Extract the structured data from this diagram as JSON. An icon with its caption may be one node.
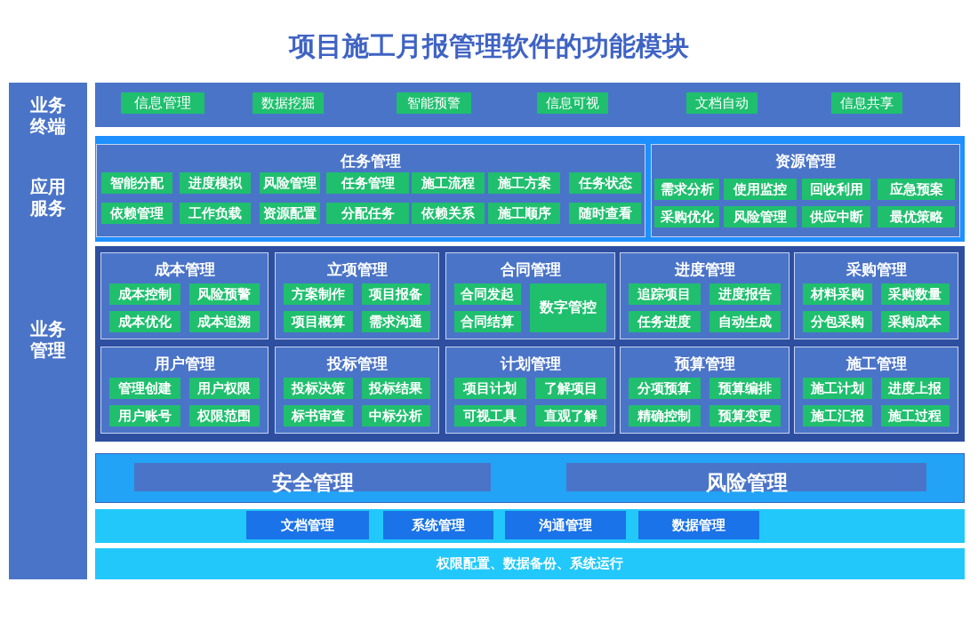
{
  "diagram": {
    "title": "项目施工月报管理软件的功能模块",
    "nodes": [
      {
        "text": [
          "业务终端",
          "应用服务",
          "业务管理"
        ]
      },
      {
        "text": [],
        "shape": "box"
      },
      {
        "text": [
          "信息管理"
        ],
        "in": 1
      },
      {
        "text": [
          "数据挖掘"
        ],
        "in": 1
      },
      {
        "text": [
          "智能预警"
        ],
        "in": 1
      },
      {
        "text": [
          "信息可视"
        ],
        "in": 1
      },
      {
        "text": [
          "文档自动"
        ],
        "in": 1
      },
      {
        "text": [
          "信息共享"
        ],
        "in": 1
      },
      {
        "text": [],
        "shape": "box"
      },
      {
        "text": [
          "任务管理"
        ],
        "in": 8
      },
      {
        "text": [
          "智能分配"
        ],
        "in": 9
      },
      {
        "text": [
          "进度模拟"
        ],
        "in": 9
      },
      {
        "text": [
          "风险管理"
        ],
        "in": 9
      },
      {
        "text": [
          "任务管理"
        ],
        "in": 9
      },
      {
        "text": [
          "施工流程"
        ],
        "in": 9
      },
      {
        "text": [
          "施工方案"
        ],
        "in": 9
      },
      {
        "text": [
          "任务状态"
        ],
        "in": 9
      },
      {
        "text": [
          "依赖管理"
        ],
        "in": 9
      },
      {
        "text": [
          "工作负载"
        ],
        "in": 9
      },
      {
        "text": [
          "资源配置"
        ],
        "in": 9
      },
      {
        "text": [
          "分配任务"
        ],
        "in": 9
      },
      {
        "text": [
          "依赖关系"
        ],
        "in": 9
      },
      {
        "text": [
          "施工顺序"
        ],
        "in": 9
      },
      {
        "text": [
          "随时查看"
        ],
        "in": 9
      },
      {
        "text": [
          "资源管理"
        ],
        "in": 8
      },
      {
        "text": [
          "需求分析"
        ],
        "in": 24
      },
      {
        "text": [
          "使用监控"
        ],
        "in": 24
      },
      {
        "text": [
          "回收利用"
        ],
        "in": 24
      },
      {
        "text": [
          "应急预案"
        ],
        "in": 24
      },
      {
        "text": [
          "采购优化"
        ],
        "in": 24
      },
      {
        "text": [
          "风险管理"
        ],
        "in": 24
      },
      {
        "text": [
          "供应中断"
        ],
        "in": 24
      },
      {
        "text": [
          "最优策略"
        ],
        "in": 24
      },
      {
        "text": [],
        "shape": "box"
      },
      {
        "text": [
          "成本管理"
        ],
        "in": 33
      },
      {
        "text": [
          "成本控制"
        ],
        "in": 34
      },
      {
        "text": [
          "风险预警"
        ],
        "in": 34
      },
      {
        "text": [
          "成本优化"
        ],
        "in": 34
      },
      {
        "text": [
          "成本追溯"
        ],
        "in": 34
      },
      {
        "text": [
          "立项管理"
        ],
        "in": 33
      },
      {
        "text": [
          "方案制作"
        ],
        "in": 39
      },
      {
        "text": [
          "项目报备"
        ],
        "in": 39
      },
      {
        "text": [
          "项目概算"
        ],
        "in": 39
      },
      {
        "text": [
          "需求沟通"
        ],
        "in": 39
      },
      {
        "text": [
          "合同管理"
        ],
        "in": 33
      },
      {
        "text": [
          "合同发起"
        ],
        "in": 44
      },
      {
        "text": [
          "数字管控"
        ],
        "in": 44
      },
      {
        "text": [
          "合同结算"
        ],
        "in": 44
      },
      {
        "text": [
          "进度管理"
        ],
        "in": 33
      },
      {
        "text": [
          "追踪项目"
        ],
        "in": 48
      },
      {
        "text": [
          "进度报告"
        ],
        "in": 48
      },
      {
        "text": [
          "任务进度"
        ],
        "in": 48
      },
      {
        "text": [
          "自动生成"
        ],
        "in": 48
      },
      {
        "text": [
          "采购管理"
        ],
        "in": 33
      },
      {
        "text": [
          "材料采购"
        ],
        "in": 53
      },
      {
        "text": [
          "采购数量"
        ],
        "in": 53
      },
      {
        "text": [
          "分包采购"
        ],
        "in": 53
      },
      {
        "text": [
          "采购成本"
        ],
        "in": 53
      },
      {
        "text": [
          "用户管理"
        ],
        "in": 33
      },
      {
        "text": [
          "管理创建"
        ],
        "in": 58
      },
      {
        "text": [
          "用户权限"
        ],
        "in": 58
      },
      {
        "text": [
          "用户账号"
        ],
        "in": 58
      },
      {
        "text": [
          "权限范围"
        ],
        "in": 58
      },
      {
        "text": [
          "投标管理"
        ],
        "in": 33
      },
      {
        "text": [
          "投标决策"
        ],
        "in": 63
      },
      {
        "text": [
          "投标结果"
        ],
        "in": 63
      },
      {
        "text": [
          "标书审查"
        ],
        "in": 63
      },
      {
        "text": [
          "中标分析"
        ],
        "in": 63
      },
      {
        "text": [
          "计划管理"
        ],
        "in": 33
      },
      {
        "text": [
          "项目计划"
        ],
        "in": 68
      },
      {
        "text": [
          "了解项目"
        ],
        "in": 68
      },
      {
        "text": [
          "可视工具"
        ],
        "in": 68
      },
      {
        "text": [
          "直观了解"
        ],
        "in": 68
      },
      {
        "text": [
          "预算管理"
        ],
        "in": 33
      },
      {
        "text": [
          "分项预算"
        ],
        "in": 73
      },
      {
        "text": [
          "预算编排"
        ],
        "in": 73
      },
      {
        "text": [
          "精确控制"
        ],
        "in": 73
      },
      {
        "text": [
          "预算变更"
        ],
        "in": 73
      },
      {
        "text": [
          "施工管理"
        ],
        "in": 33
      },
      {
        "text": [
          "施工计划"
        ],
        "in": 78
      },
      {
        "text": [
          "进度上报"
        ],
        "in": 78
      },
      {
        "text": [
          "施工汇报"
        ],
        "in": 78
      },
      {
        "text": [
          "施工过程"
        ],
        "in": 78
      },
      {
        "text": [],
        "shape": "box"
      },
      {
        "text": [
          "安全管理"
        ],
        "in": 83
      },
      {
        "text": [
          "风险管理"
        ],
        "in": 83
      },
      {
        "text": [],
        "shape": "box"
      },
      {
        "text": [
          "文档管理"
        ],
        "in": 86
      },
      {
        "text": [
          "系统管理"
        ],
        "in": 86
      },
      {
        "text": [
          "沟通管理"
        ],
        "in": 86
      },
      {
        "text": [
          "数据管理"
        ],
        "in": 86
      },
      {
        "text": [
          "权限配置、数据备份、系统运行"
        ]
      }
    ]
  }
}
